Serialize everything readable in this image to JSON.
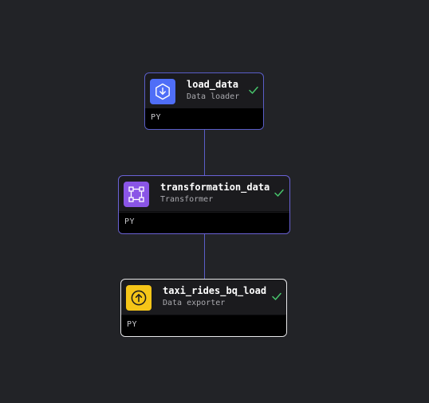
{
  "pipeline": {
    "blocks": [
      {
        "name": "load_data",
        "type_label": "Data loader",
        "language": "PY",
        "status": "success",
        "icon": "download-icon",
        "accent_color": "#4f6ef7",
        "border_color": "#5a5ec8"
      },
      {
        "name": "transformation_data",
        "type_label": "Transformer",
        "language": "PY",
        "status": "success",
        "icon": "transform-icon",
        "accent_color": "#8a55e6",
        "border_color": "#6a62d6"
      },
      {
        "name": "taxi_rides_bq_load",
        "type_label": "Data exporter",
        "language": "PY",
        "status": "success",
        "icon": "upload-icon",
        "accent_color": "#f5c518",
        "border_color": "#e8e8ea"
      }
    ],
    "status_color": "#47c46b",
    "edge_color": "#5a5ec8"
  }
}
